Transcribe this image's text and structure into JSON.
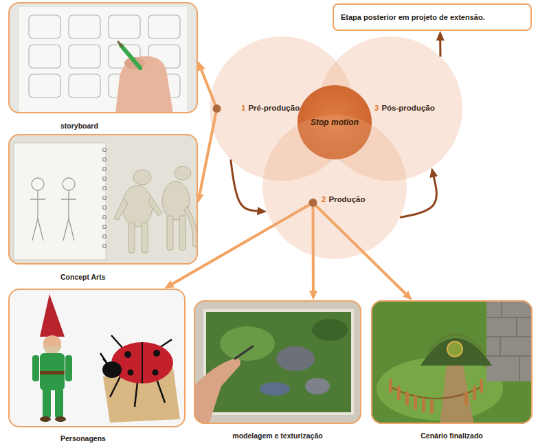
{
  "diagram": {
    "nodes": [
      {
        "text": [
          "storyboard"
        ]
      },
      {
        "text": [
          "Etapa posterior em projeto de extensão."
        ]
      },
      {
        "text": [
          "1",
          "Pré-produção"
        ]
      },
      {
        "text": [
          "3",
          "Pós-produção"
        ]
      },
      {
        "text": [
          "Stop motion"
        ]
      },
      {
        "text": [
          "Concept Arts"
        ]
      },
      {
        "text": [
          "2",
          "Produção"
        ]
      },
      {
        "text": [
          "Personagens"
        ]
      },
      {
        "text": [
          "modelagem e texturização"
        ]
      },
      {
        "text": [
          "Cenário finalizado"
        ]
      }
    ],
    "edges": [
      {
        "from": 2,
        "to": 0,
        "arrow": "to"
      },
      {
        "from": 2,
        "to": 5,
        "arrow": "to"
      },
      {
        "from": 2,
        "to": 6,
        "arrow": "to"
      },
      {
        "from": 6,
        "to": 3,
        "arrow": "to"
      },
      {
        "from": 6,
        "to": 7,
        "arrow": "to"
      },
      {
        "from": 6,
        "to": 8,
        "arrow": "to"
      },
      {
        "from": 6,
        "to": 9,
        "arrow": "to"
      },
      {
        "from": 3,
        "to": 1,
        "arrow": "to"
      }
    ]
  }
}
